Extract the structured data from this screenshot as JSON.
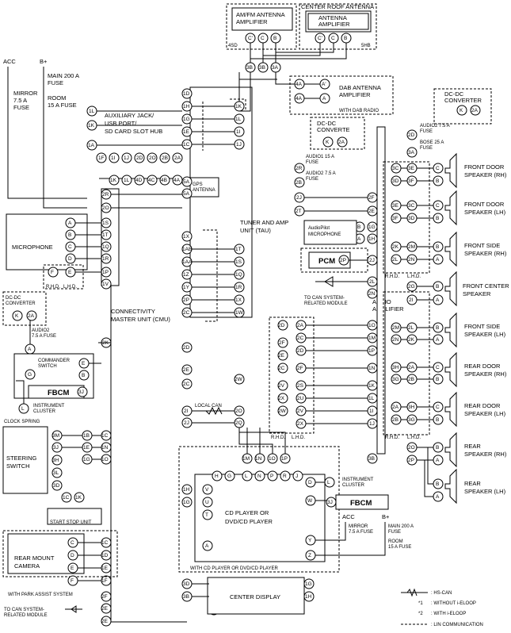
{
  "power": {
    "acc": "ACC",
    "b_plus": "B+",
    "mirror_fuse": "MIRROR\n7.5 A\nFUSE",
    "main_fuse": "MAIN 200 A\nFUSE",
    "room_fuse": "ROOM\n15 A FUSE"
  },
  "modules": {
    "am_fm_amp": "AM/FM ANTENNA\nAMPLIFIER",
    "center_roof_antenna": "CENTER ROOF ANTENNA",
    "antenna_amp": "ANTENNA\nAMPLIFIER",
    "aux_jack": "AUXILIARY JACK/\nUSB PORT/\nSD CARD SLOT HUB",
    "dab_antenna_amp": "DAB ANTENNA\nAMPLIFIER",
    "with_dab": "WITH DAB RADIO",
    "dcdc_top": "DC-DC\nCONVERTER",
    "dcdc_mid": "DC-DC\nCONVERTE",
    "dcdc_left": "DC-DC\nCONVERTER",
    "gps_antenna": "GPS\nANTENNA",
    "tuner": "TUNER AND AMP\nUNIT (TAU)",
    "microphone": "MICROPHONE",
    "audiopilot": "AudioPilot\nMICROPHONE",
    "pcm": "PCM",
    "to_can_1": "TO CAN SYSTEM-\nRELATED MODULE",
    "audio_amp": "AUDIO\nAMPLIFIER",
    "cmu": "CONNECTIVITY\nMASTER UNIT (CMU)",
    "commander": "COMMANDER\nSWITCH",
    "fbcm": "FBCM",
    "instrument_cluster": "INSTRUMENT\nCLUSTER",
    "clock_spring": "CLOCK SPRING",
    "steering_switch": "STEERING\nSWITCH",
    "start_stop": "START STOP UNIT",
    "rear_camera": "REAR MOUNT\nCAMERA",
    "with_park_assist": "WITH PARK ASSIST SYSTEM",
    "to_can_2": "TO CAN SYSTEM-\nRELATED MODULE",
    "local_can": "LOCAL CAN",
    "cd_player": "CD PLAYER OR\nDVD/CD PLAYER",
    "with_cd": "WITH CD PLAYER OR DVD/CD PLAYER",
    "center_display": "CENTER DISPLAY",
    "rhd": "R.H.D.",
    "lhd": "L.H.D."
  },
  "fuses": {
    "audio2_75": "AUDIO2 7.5 A\nFUSE",
    "bose_25": "BOSE 25 A\nFUSE",
    "audio1_15": "AUDIO1 15 A\nFUSE",
    "audio2_75b": "AUDIO2 7.5 A\nFUSE",
    "audio2_left": "AUDIO2\n7.5 A FUSE"
  },
  "speakers": [
    "FRONT DOOR\nSPEAKER (RH)",
    "FRONT DOOR\nSPEAKER (LH)",
    "FRONT SIDE\nSPEAKER (RH)",
    "FRONT CENTER\nSPEAKER",
    "FRONT SIDE\nSPEAKER (LH)",
    "REAR DOOR\nSPEAKER (RH)",
    "REAR DOOR\nSPEAKER (LH)",
    "REAR\nSPEAKER (RH)",
    "REAR\nSPEAKER (LH)"
  ],
  "legend": {
    "hs_can": ": HS-CAN",
    "without_ieloop": ": WITHOUT i-ELOOP",
    "with_ieloop": ": WITH i-ELOOP",
    "lin": ": LIN COMMUNICATION",
    "mark1": "*1",
    "mark2": "*2"
  },
  "connectors_4sd": "4SD",
  "connectors_5hb": "5HB"
}
